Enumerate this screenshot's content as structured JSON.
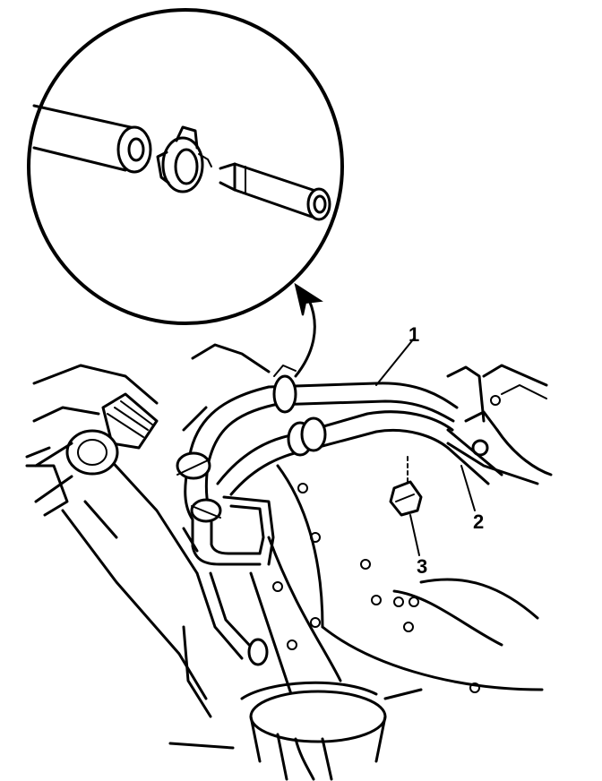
{
  "figure": {
    "callouts": [
      {
        "id": "1",
        "label": "1"
      },
      {
        "id": "2",
        "label": "2"
      },
      {
        "id": "3",
        "label": "3"
      }
    ],
    "colors": {
      "line": "#000000",
      "background": "#ffffff"
    }
  }
}
